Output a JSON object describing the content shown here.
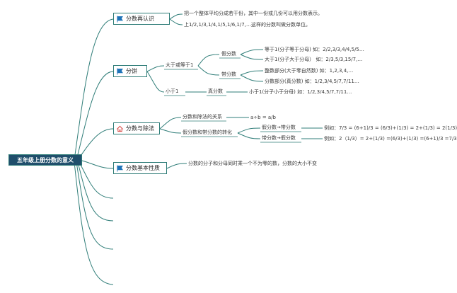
{
  "root": "五年级上册分数的意义",
  "branch1": {
    "title": "分数再认识",
    "line1": "把一个整体平均分成若干份，其中一份或几份可以用分数表示。",
    "line2": "上1/2,1/3,1/4,1/5,1/6,1/7,…这样的分数叫做分数单位。"
  },
  "branch2": {
    "title": "分饼",
    "ge1": "大于或等于1",
    "improper": "假分数",
    "eq1": "等于1(分子等于分母) 如：2/2,3/3,4/4,5/5…",
    "gt1": "大于1(分子大于分母）  如：2/3,5/3,15/7,…",
    "mixed": "带分数",
    "int_part": "整数部分(大于零自然数) 如：1,2,3,4,…",
    "frac_part": "分数部分(真分数) 如：1/2,3/4,5/7,7/11…",
    "lt1": "小于1",
    "proper": "真分数",
    "proper_ex": "小于1(分子小于分母) 如：1/2,3/4,5/7,7/11…"
  },
  "branch3": {
    "title": "分数与除法",
    "relation": "分数和除法的关系",
    "formula": "a÷b = a/b",
    "convert": "假分数和带分数的转化",
    "imp_to_mixed": "假分数→带分数",
    "imp_ex": "例如：7/3 = (6+1)/3 = (6/3)+(1/3) = 2+(1/3) = 2(1/3)",
    "mixed_to_imp": "带分数→假分数",
    "mixed_ex": "例如：2（1/3）= 2+(1/3) =(6/3)+(1/3) =(6+1)/3 =7/3"
  },
  "branch4": {
    "title": "分数基本性质",
    "text": "分数的分子和分母同时乘一个不为零的数，分数的大小不变"
  },
  "colors": {
    "line": "#2f7d78",
    "root_bg": "#1f4e6b",
    "flag": "#1e73b8",
    "house": "#d9534f"
  },
  "icons": {
    "b1": "flag-icon",
    "b2": "flag-icon",
    "b3": "house-icon",
    "b4": "flag-icon"
  }
}
